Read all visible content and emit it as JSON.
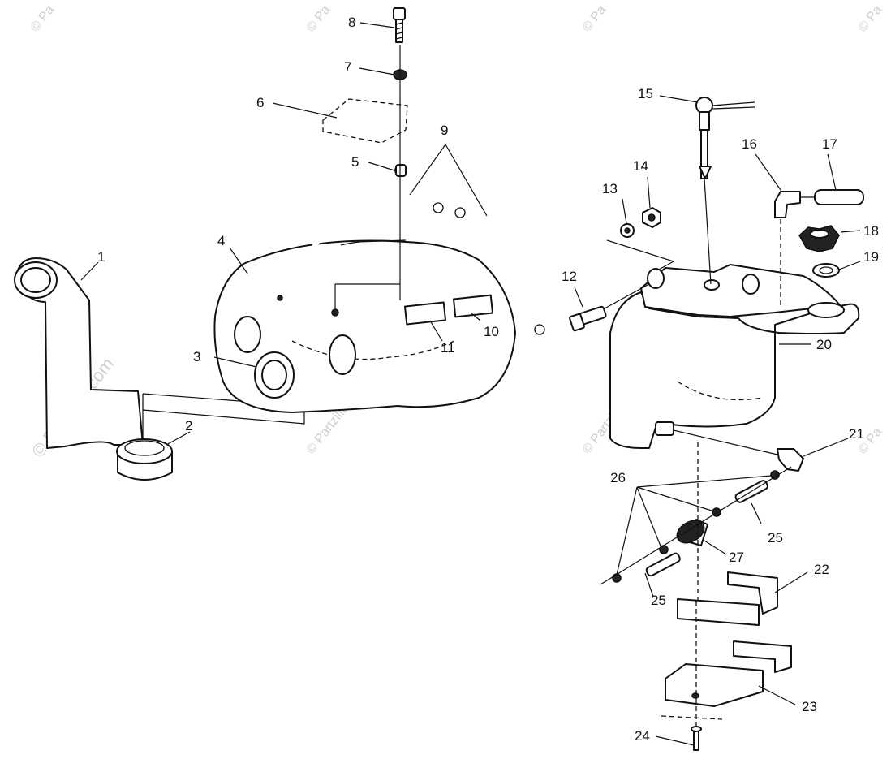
{
  "diagram": {
    "callouts": [
      "1",
      "2",
      "3",
      "4",
      "5",
      "6",
      "7",
      "8",
      "9",
      "10",
      "11",
      "12",
      "13",
      "14",
      "15",
      "16",
      "17",
      "18",
      "19",
      "20",
      "21",
      "22",
      "23",
      "24",
      "25",
      "25",
      "26",
      "27"
    ]
  },
  "watermark": {
    "main": "© Partzilla.com",
    "repeat": "© Partzilla.com",
    "corner": "© Pa"
  }
}
